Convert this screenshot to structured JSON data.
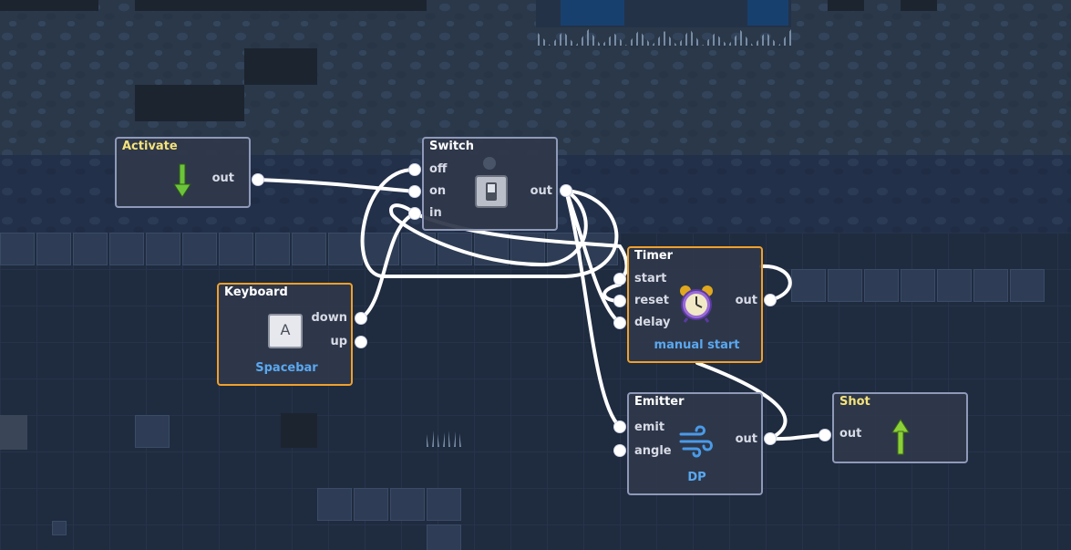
{
  "nodes": {
    "activate": {
      "title": "Activate",
      "ports": {
        "out": "out"
      },
      "icon": "green-down-arrow-icon"
    },
    "switch": {
      "title": "Switch",
      "ports": {
        "off": "off",
        "on": "on",
        "in": "in",
        "out": "out"
      },
      "icon": "toggle-switch-icon"
    },
    "keyboard": {
      "title": "Keyboard",
      "ports": {
        "down": "down",
        "up": "up"
      },
      "key": "A",
      "binding": "Spacebar",
      "icon": "keyboard-key-icon"
    },
    "timer": {
      "title": "Timer",
      "ports": {
        "start": "start",
        "reset": "reset",
        "delay": "delay",
        "out": "out"
      },
      "mode": "manual start",
      "icon": "alarm-clock-icon"
    },
    "emitter": {
      "title": "Emitter",
      "ports": {
        "emit": "emit",
        "angle": "angle",
        "out": "out"
      },
      "value": "DP",
      "icon": "wind-icon"
    },
    "shot": {
      "title": "Shot",
      "ports": {
        "out": "out"
      },
      "icon": "green-up-arrow-icon"
    }
  },
  "colors": {
    "node_border": "#8f99b8",
    "node_border_selected": "#f0a02c",
    "title_highlight": "#f4e27a",
    "sub_label": "#5aa8f0",
    "wire": "#ffffff"
  }
}
